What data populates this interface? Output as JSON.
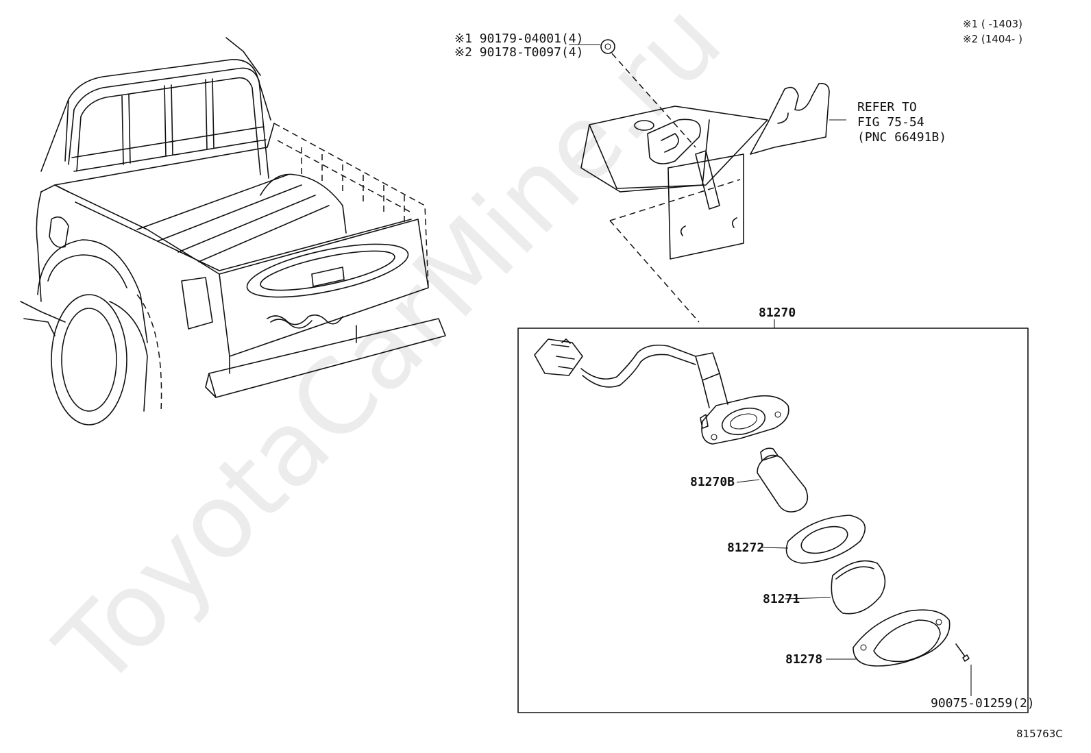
{
  "watermark": "ToyotaCarMine.ru",
  "legend": {
    "line1": "※1 (     -1403)",
    "line2": "※2 (1404-     )"
  },
  "parts": {
    "nut_line1": "※1 90179-04001(4)",
    "nut_line2": "※2 90178-T0097(4)",
    "refer_line1": "REFER TO",
    "refer_line2": "FIG 75-54",
    "refer_line3": "(PNC 66491B)",
    "assembly": "81270",
    "bulb": "81270B",
    "gasket": "81272",
    "lens": "81271",
    "cover": "81278",
    "screw": "90075-01259(2)"
  },
  "figure_id": "815763C"
}
